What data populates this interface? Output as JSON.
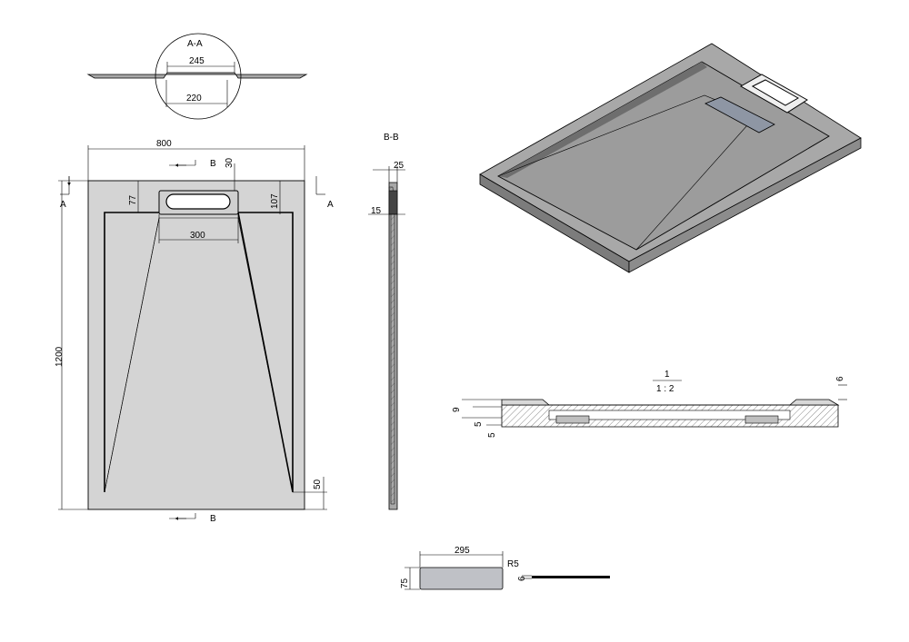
{
  "colors": {
    "tray_fill": "#cfcfcf",
    "tray_dark": "#9a9a9a",
    "tray_top": "#a8a8a8",
    "grate_blue": "#8e96a4",
    "hatch": "#777777",
    "line": "#000000"
  },
  "section_aa": {
    "title": "A-A",
    "dim_top": "245",
    "dim_bottom": "220"
  },
  "plan_view": {
    "width_dim": "800",
    "height_dim": "1200",
    "drain_offset": "30",
    "left_offset": "77",
    "right_offset": "107",
    "drain_width": "300",
    "bottom_margin": "50",
    "cut_a_left": "A",
    "cut_a_right": "A",
    "cut_b_top": "B",
    "cut_b_bottom": "B"
  },
  "section_bb": {
    "title": "B-B",
    "dim_25": "25",
    "dim_15": "15"
  },
  "detail_section": {
    "scale_top": "1",
    "scale_bottom": "1 : 2",
    "dim_6": "6",
    "dim_9": "9",
    "dim_5a": "5",
    "dim_5b": "5"
  },
  "grate_detail": {
    "dim_length": "295",
    "dim_radius": "R5",
    "dim_height": "75",
    "dim_thickness": "6"
  }
}
